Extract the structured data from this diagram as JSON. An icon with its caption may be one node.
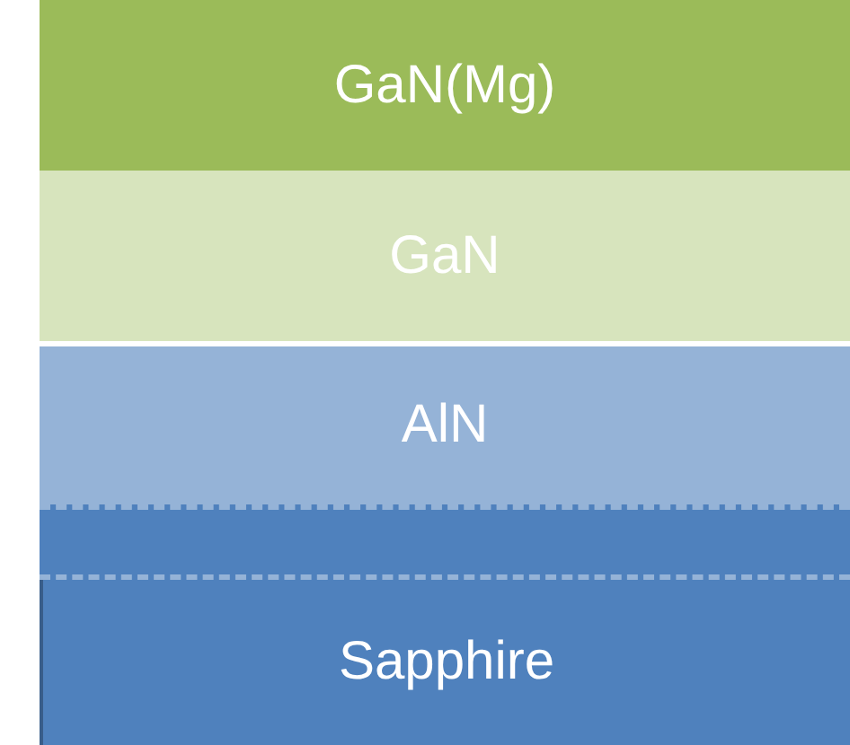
{
  "diagram": {
    "nodes": [
      {
        "text": [
          "GaN(Mg)"
        ]
      },
      {
        "text": [
          "GaN"
        ]
      },
      {
        "text": [
          "AlN"
        ]
      },
      {
        "text": [],
        "shape": "bar"
      },
      {
        "text": [
          "Sapphire"
        ]
      }
    ]
  }
}
